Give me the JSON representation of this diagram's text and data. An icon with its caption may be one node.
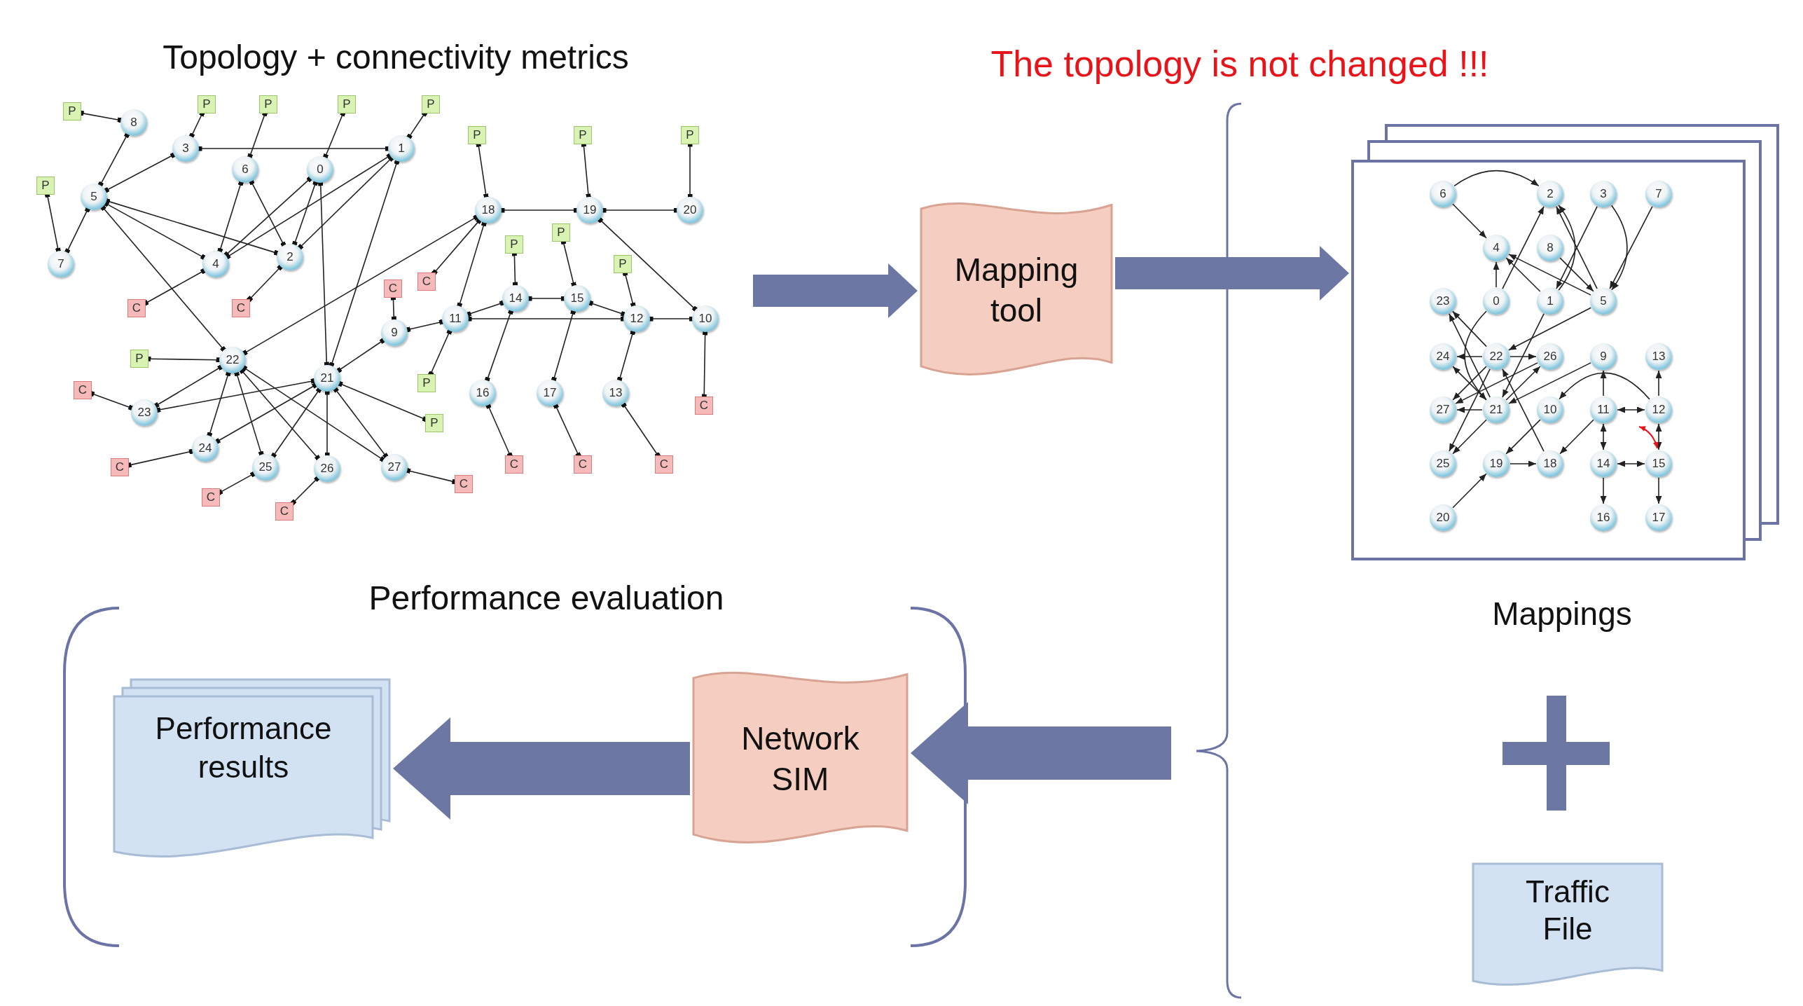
{
  "diagram": {
    "title": "Topology + connectivity metrics",
    "nodes": [
      {
        "text": [
          "0"
        ]
      },
      {
        "text": [
          "1"
        ]
      },
      {
        "text": [
          "2"
        ]
      },
      {
        "text": [
          "3"
        ]
      },
      {
        "text": [
          "4"
        ]
      },
      {
        "text": [
          "5"
        ]
      },
      {
        "text": [
          "6"
        ]
      },
      {
        "text": [
          "7"
        ]
      },
      {
        "text": [
          "8"
        ]
      },
      {
        "text": [
          "9"
        ]
      },
      {
        "text": [
          "10"
        ]
      },
      {
        "text": [
          "11"
        ]
      },
      {
        "text": [
          "12"
        ]
      },
      {
        "text": [
          "13"
        ]
      },
      {
        "text": [
          "14"
        ]
      },
      {
        "text": [
          "15"
        ]
      },
      {
        "text": [
          "16"
        ]
      },
      {
        "text": [
          "17"
        ]
      },
      {
        "text": [
          "18"
        ]
      },
      {
        "text": [
          "19"
        ]
      },
      {
        "text": [
          "20"
        ]
      },
      {
        "text": [
          "21"
        ]
      },
      {
        "text": [
          "22"
        ]
      },
      {
        "text": [
          "23"
        ]
      },
      {
        "text": [
          "24"
        ]
      },
      {
        "text": [
          "25"
        ]
      },
      {
        "text": [
          "26"
        ]
      },
      {
        "text": [
          "27"
        ]
      },
      {
        "text": [
          "P"
        ]
      },
      {
        "text": [
          "P"
        ]
      },
      {
        "text": [
          "P"
        ]
      },
      {
        "text": [
          "P"
        ]
      },
      {
        "text": [
          "P"
        ]
      },
      {
        "text": [
          "P"
        ]
      },
      {
        "text": [
          "P"
        ]
      },
      {
        "text": [
          "P"
        ]
      },
      {
        "text": [
          "P"
        ]
      },
      {
        "text": [
          "P"
        ]
      },
      {
        "text": [
          "P"
        ]
      },
      {
        "text": [
          "P"
        ]
      },
      {
        "text": [
          "P"
        ]
      },
      {
        "text": [
          "P"
        ]
      },
      {
        "text": [
          "P"
        ]
      },
      {
        "text": [
          "C"
        ]
      },
      {
        "text": [
          "C"
        ]
      },
      {
        "text": [
          "C"
        ]
      },
      {
        "text": [
          "C"
        ]
      },
      {
        "text": [
          "C"
        ]
      },
      {
        "text": [
          "C"
        ]
      },
      {
        "text": [
          "C"
        ]
      },
      {
        "text": [
          "C"
        ]
      },
      {
        "text": [
          "C"
        ]
      },
      {
        "text": [
          "C"
        ]
      },
      {
        "text": [
          "C"
        ]
      },
      {
        "text": [
          "C"
        ]
      },
      {
        "text": [
          "C"
        ]
      },
      {
        "text": [
          "Mapping tool"
        ]
      },
      {
        "text": [],
        "shape": "box",
        "beside": [
          "Mappings"
        ]
      },
      {
        "text": [
          "6"
        ],
        "in": 57
      },
      {
        "text": [
          "2"
        ],
        "in": 57
      },
      {
        "text": [
          "3"
        ],
        "in": 57
      },
      {
        "text": [
          "7"
        ],
        "in": 57
      },
      {
        "text": [
          "4"
        ],
        "in": 57
      },
      {
        "text": [
          "8"
        ],
        "in": 57
      },
      {
        "text": [
          "23"
        ],
        "in": 57
      },
      {
        "text": [
          "0"
        ],
        "in": 57
      },
      {
        "text": [
          "1"
        ],
        "in": 57
      },
      {
        "text": [
          "5"
        ],
        "in": 57
      },
      {
        "text": [
          "24"
        ],
        "in": 57
      },
      {
        "text": [
          "22"
        ],
        "in": 57
      },
      {
        "text": [
          "26"
        ],
        "in": 57
      },
      {
        "text": [
          "9"
        ],
        "in": 57
      },
      {
        "text": [
          "13"
        ],
        "in": 57
      },
      {
        "text": [
          "27"
        ],
        "in": 57
      },
      {
        "text": [
          "21"
        ],
        "in": 57
      },
      {
        "text": [
          "10"
        ],
        "in": 57
      },
      {
        "text": [
          "11"
        ],
        "in": 57
      },
      {
        "text": [
          "12"
        ],
        "in": 57
      },
      {
        "text": [
          "25"
        ],
        "in": 57
      },
      {
        "text": [
          "19"
        ],
        "in": 57
      },
      {
        "text": [
          "18"
        ],
        "in": 57
      },
      {
        "text": [
          "14"
        ],
        "in": 57
      },
      {
        "text": [
          "15"
        ],
        "in": 57
      },
      {
        "text": [
          "20"
        ],
        "in": 57
      },
      {
        "text": [
          "16"
        ],
        "in": 57
      },
      {
        "text": [
          "17"
        ],
        "in": 57
      },
      {
        "text": [
          "Network SIM"
        ]
      },
      {
        "text": [
          "Performance results"
        ]
      },
      {
        "text": [
          "Traffic File"
        ]
      }
    ],
    "edges": [
      {
        "from": null,
        "to": 56,
        "arrow": "to",
        "style": "thick",
        "color": "#6c78a3"
      },
      {
        "from": 56,
        "to": 57,
        "arrow": "to",
        "style": "thick",
        "color": "#6c78a3"
      },
      {
        "from": null,
        "to": 86,
        "arrow": "to",
        "style": "thick",
        "color": "#6c78a3"
      },
      {
        "from": 86,
        "to": 87,
        "arrow": "to",
        "style": "thick",
        "color": "#6c78a3"
      },
      {
        "from": 28,
        "to": 8,
        "arrow": "other"
      },
      {
        "from": 8,
        "to": 5,
        "arrow": "other"
      },
      {
        "from": 3,
        "to": 5,
        "arrow": "other"
      },
      {
        "from": 3,
        "to": 1,
        "arrow": "other"
      },
      {
        "from": 29,
        "to": 3,
        "arrow": "other"
      },
      {
        "from": 30,
        "to": 6,
        "arrow": "other"
      },
      {
        "from": 31,
        "to": 0,
        "arrow": "other"
      },
      {
        "from": 33,
        "to": 7,
        "arrow": "other"
      },
      {
        "from": 7,
        "to": 5,
        "arrow": "other"
      },
      {
        "from": 5,
        "to": 4,
        "arrow": "other"
      },
      {
        "from": 5,
        "to": 2,
        "arrow": "other"
      },
      {
        "from": 5,
        "to": 22,
        "arrow": "other"
      },
      {
        "from": 6,
        "to": 4,
        "arrow": "other"
      },
      {
        "from": 6,
        "to": 2,
        "arrow": "other"
      },
      {
        "from": 0,
        "to": 4,
        "arrow": "other"
      },
      {
        "from": 0,
        "to": 2,
        "arrow": "other"
      },
      {
        "from": 0,
        "to": 21,
        "arrow": "other"
      },
      {
        "from": 1,
        "to": 4,
        "arrow": "other"
      },
      {
        "from": 1,
        "to": 2,
        "arrow": "other"
      },
      {
        "from": 1,
        "to": 21,
        "arrow": "other"
      },
      {
        "from": 32,
        "to": 1,
        "arrow": "other"
      },
      {
        "from": 4,
        "to": 45,
        "arrow": "other"
      },
      {
        "from": 2,
        "to": 46,
        "arrow": "other"
      },
      {
        "from": 22,
        "to": 18,
        "arrow": "other"
      },
      {
        "from": 9,
        "to": 43,
        "arrow": "other"
      },
      {
        "from": 9,
        "to": 21,
        "arrow": "other"
      },
      {
        "from": 9,
        "to": 11,
        "arrow": "other"
      },
      {
        "from": 40,
        "to": 22,
        "arrow": "other"
      },
      {
        "from": 22,
        "to": 23,
        "arrow": "other"
      },
      {
        "from": 22,
        "to": 24,
        "arrow": "other"
      },
      {
        "from": 22,
        "to": 25,
        "arrow": "other"
      },
      {
        "from": 22,
        "to": 26,
        "arrow": "other"
      },
      {
        "from": 22,
        "to": 27,
        "arrow": "other"
      },
      {
        "from": 21,
        "to": 23,
        "arrow": "other"
      },
      {
        "from": 21,
        "to": 24,
        "arrow": "other"
      },
      {
        "from": 21,
        "to": 25,
        "arrow": "other"
      },
      {
        "from": 21,
        "to": 26,
        "arrow": "other"
      },
      {
        "from": 21,
        "to": 27,
        "arrow": "other"
      },
      {
        "from": 21,
        "to": 42,
        "arrow": "other"
      },
      {
        "from": 23,
        "to": 47,
        "arrow": "other"
      },
      {
        "from": 24,
        "to": 49,
        "arrow": "other"
      },
      {
        "from": 25,
        "to": 54,
        "arrow": "other"
      },
      {
        "from": 26,
        "to": 55,
        "arrow": "other"
      },
      {
        "from": 27,
        "to": 53,
        "arrow": "other"
      },
      {
        "from": 34,
        "to": 18,
        "arrow": "other"
      },
      {
        "from": 18,
        "to": 19,
        "arrow": "other"
      },
      {
        "from": 19,
        "to": 20,
        "arrow": "other"
      },
      {
        "from": 35,
        "to": 19,
        "arrow": "other"
      },
      {
        "from": 36,
        "to": 20,
        "arrow": "other"
      },
      {
        "from": 18,
        "to": 44,
        "arrow": "other"
      },
      {
        "from": 18,
        "to": 11,
        "arrow": "other"
      },
      {
        "from": 11,
        "to": 14,
        "arrow": "other"
      },
      {
        "from": 14,
        "to": 15,
        "arrow": "other"
      },
      {
        "from": 15,
        "to": 12,
        "arrow": "other"
      },
      {
        "from": 12,
        "to": 10,
        "arrow": "other"
      },
      {
        "from": 11,
        "to": 12,
        "arrow": "other"
      },
      {
        "from": 19,
        "to": 10,
        "arrow": "other"
      },
      {
        "from": 38,
        "to": 14,
        "arrow": "other"
      },
      {
        "from": 37,
        "to": 15,
        "arrow": "other"
      },
      {
        "from": 39,
        "to": 12,
        "arrow": "other"
      },
      {
        "from": 11,
        "to": 41,
        "arrow": "other"
      },
      {
        "from": 14,
        "to": 16,
        "arrow": "other"
      },
      {
        "from": 15,
        "to": 17,
        "arrow": "other"
      },
      {
        "from": 12,
        "to": 13,
        "arrow": "other"
      },
      {
        "from": 10,
        "to": 48,
        "arrow": "other"
      },
      {
        "from": 16,
        "to": 50,
        "arrow": "other"
      },
      {
        "from": 17,
        "to": 51,
        "arrow": "other"
      },
      {
        "from": 13,
        "to": 52,
        "arrow": "other"
      },
      {
        "from": 58,
        "to": 59,
        "arrow": "to"
      },
      {
        "from": 58,
        "to": 62,
        "arrow": "to"
      },
      {
        "from": 65,
        "to": 62,
        "arrow": "to"
      },
      {
        "from": 65,
        "to": 59,
        "arrow": "to"
      },
      {
        "from": 66,
        "to": 62,
        "arrow": "to"
      },
      {
        "from": 66,
        "to": 59,
        "arrow": "to"
      },
      {
        "from": 67,
        "to": 59,
        "arrow": "to"
      },
      {
        "from": 67,
        "to": 62,
        "arrow": "to"
      },
      {
        "from": 63,
        "to": 67,
        "arrow": "to"
      },
      {
        "from": 60,
        "to": 66,
        "arrow": "to"
      },
      {
        "from": 60,
        "to": 67,
        "arrow": "to"
      },
      {
        "from": 61,
        "to": 67,
        "arrow": "to"
      },
      {
        "from": 67,
        "to": 69,
        "arrow": "to"
      },
      {
        "from": 69,
        "to": 64,
        "arrow": "to"
      },
      {
        "from": 74,
        "to": 64,
        "arrow": "to"
      },
      {
        "from": 65,
        "to": 74,
        "arrow": "to"
      },
      {
        "from": 69,
        "to": 68,
        "arrow": "to"
      },
      {
        "from": 69,
        "to": 70,
        "arrow": "to"
      },
      {
        "from": 74,
        "to": 68,
        "arrow": "to"
      },
      {
        "from": 74,
        "to": 73,
        "arrow": "to"
      },
      {
        "from": 69,
        "to": 73,
        "arrow": "to"
      },
      {
        "from": 69,
        "to": 78,
        "arrow": "to"
      },
      {
        "from": 74,
        "to": 78,
        "arrow": "to"
      },
      {
        "from": 70,
        "to": 73,
        "arrow": "to"
      },
      {
        "from": 74,
        "to": 70,
        "arrow": "to"
      },
      {
        "from": 66,
        "to": 74,
        "arrow": "to"
      },
      {
        "from": 71,
        "to": 74,
        "arrow": "to"
      },
      {
        "from": 75,
        "to": 79,
        "arrow": "to"
      },
      {
        "from": 80,
        "to": 69,
        "arrow": "to"
      },
      {
        "from": 76,
        "to": 80,
        "arrow": "to"
      },
      {
        "from": 79,
        "to": 80,
        "arrow": "to"
      },
      {
        "from": 83,
        "to": 79,
        "arrow": "to"
      },
      {
        "from": 76,
        "to": 71,
        "arrow": "to"
      },
      {
        "from": 77,
        "to": 72,
        "arrow": "to"
      },
      {
        "from": 77,
        "to": 75,
        "arrow": "to"
      },
      {
        "from": 76,
        "to": 77,
        "arrow": "both"
      },
      {
        "from": 76,
        "to": 81,
        "arrow": "both"
      },
      {
        "from": 77,
        "to": 82,
        "arrow": "both"
      },
      {
        "from": 81,
        "to": 82,
        "arrow": "both"
      },
      {
        "from": 81,
        "to": 84,
        "arrow": "to"
      },
      {
        "from": 82,
        "to": 85,
        "arrow": "to"
      }
    ],
    "labels": [
      "The topology is not changed !!!",
      "Performance evaluation"
    ]
  }
}
